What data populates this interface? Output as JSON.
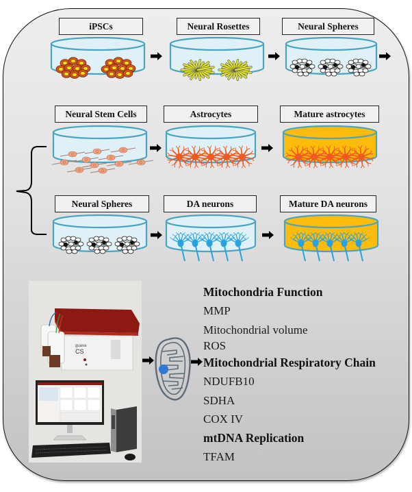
{
  "figure": {
    "type": "workflow-diagram",
    "colors": {
      "dish_liquid": "#dff1f7",
      "dish_rim": "#4aa3bf",
      "mature_dish_fill": "#fdbc0b",
      "ipsc_outer": "#d5501a",
      "ipsc_inner": "#f5e11a",
      "rosette": "#e6e62a",
      "nsc_cell": "#f0a27f",
      "astrocyte": "#f05a22",
      "da_neuron": "#29a3e0",
      "mitochondrion_outline": "#5f6b78",
      "mitochondrion_dot": "#2f79d3"
    }
  },
  "row1": {
    "stages": [
      {
        "label": "iPSCs",
        "cells": "ipsc"
      },
      {
        "label": "Neural Rosettes",
        "cells": "rosette"
      },
      {
        "label": "Neural Spheres",
        "cells": "sphere"
      }
    ]
  },
  "row2": {
    "stages": [
      {
        "label": "Neural Stem Cells",
        "cells": "nsc"
      },
      {
        "label": "Astrocytes",
        "cells": "astrocyte"
      },
      {
        "label": "Mature astrocytes",
        "cells": "astrocyte",
        "mature": true
      }
    ]
  },
  "row3": {
    "stages": [
      {
        "label": "Neural Spheres",
        "cells": "sphere"
      },
      {
        "label": "DA neurons",
        "cells": "neuron"
      },
      {
        "label": "Mature DA neurons",
        "cells": "neuron",
        "mature": true
      }
    ]
  },
  "analysis": {
    "instrument": "flow-cytometer-with-computer",
    "organelle": "mitochondrion",
    "assays": [
      {
        "text": "Mitochondria Function",
        "heading": true
      },
      {
        "text": "MMP",
        "heading": false
      },
      {
        "text": "Mitochondrial volume",
        "heading": false
      },
      {
        "text": "ROS",
        "heading": false
      },
      {
        "text": "Mitochondrial Respiratory Chain",
        "heading": true
      },
      {
        "text": "NDUFB10",
        "heading": false
      },
      {
        "text": "SDHA",
        "heading": false
      },
      {
        "text": "COX IV",
        "heading": false
      },
      {
        "text": "mtDNA Replication",
        "heading": true
      },
      {
        "text": "TFAM",
        "heading": false
      }
    ]
  }
}
